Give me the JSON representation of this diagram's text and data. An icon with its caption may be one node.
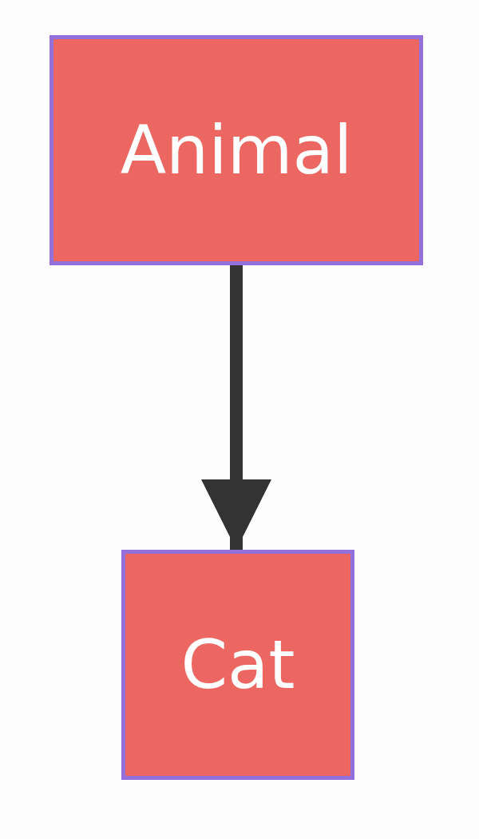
{
  "diagram": {
    "nodes": [
      {
        "text": [
          "Animal"
        ]
      },
      {
        "text": [
          "Cat"
        ]
      }
    ],
    "edges": [
      {
        "from": 0,
        "to": 1,
        "arrow": "to"
      }
    ]
  }
}
